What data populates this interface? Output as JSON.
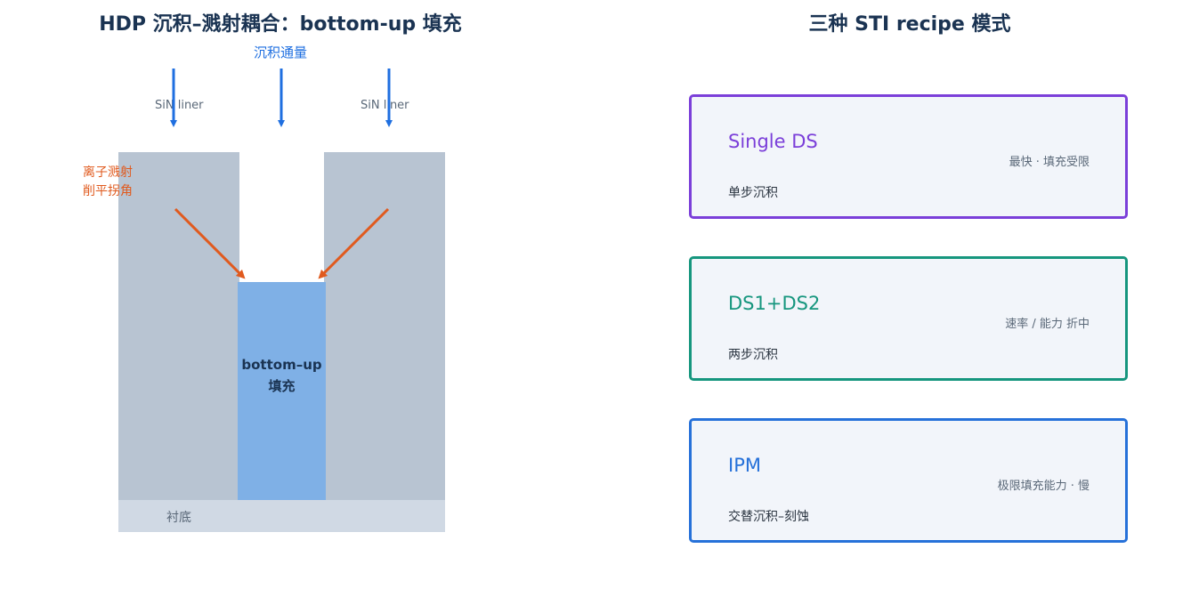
{
  "left_panel": {
    "title": "HDP 沉积–溅射耦合：bottom-up 填充",
    "flux_label": "沉积通量",
    "liner_left": "SiN liner",
    "liner_right": "SiN liner",
    "ion_label_line1": "离子溅射",
    "ion_label_line2": "削平拐角",
    "fill_label_line1": "bottom–up",
    "fill_label_line2": "填充",
    "substrate_label": "衬底"
  },
  "right_panel": {
    "title": "三种 STI recipe 模式",
    "cards": [
      {
        "name": "Single DS",
        "desc": "单步沉积",
        "note": "最快 · 填充受限",
        "color": "#7b3fd9"
      },
      {
        "name": "DS1+DS2",
        "desc": "两步沉积",
        "note": "速率 / 能力 折中",
        "color": "#16967e"
      },
      {
        "name": "IPM",
        "desc": "交替沉积–刻蚀",
        "note": "极限填充能力 · 慢",
        "color": "#2671d9"
      }
    ]
  },
  "colors": {
    "flux_arrow": "#1f6fe0",
    "ion_arrow": "#e05a1e",
    "wall": "#b8c4d2",
    "fill": "#7fb0e6",
    "substrate": "#d0d9e4"
  }
}
